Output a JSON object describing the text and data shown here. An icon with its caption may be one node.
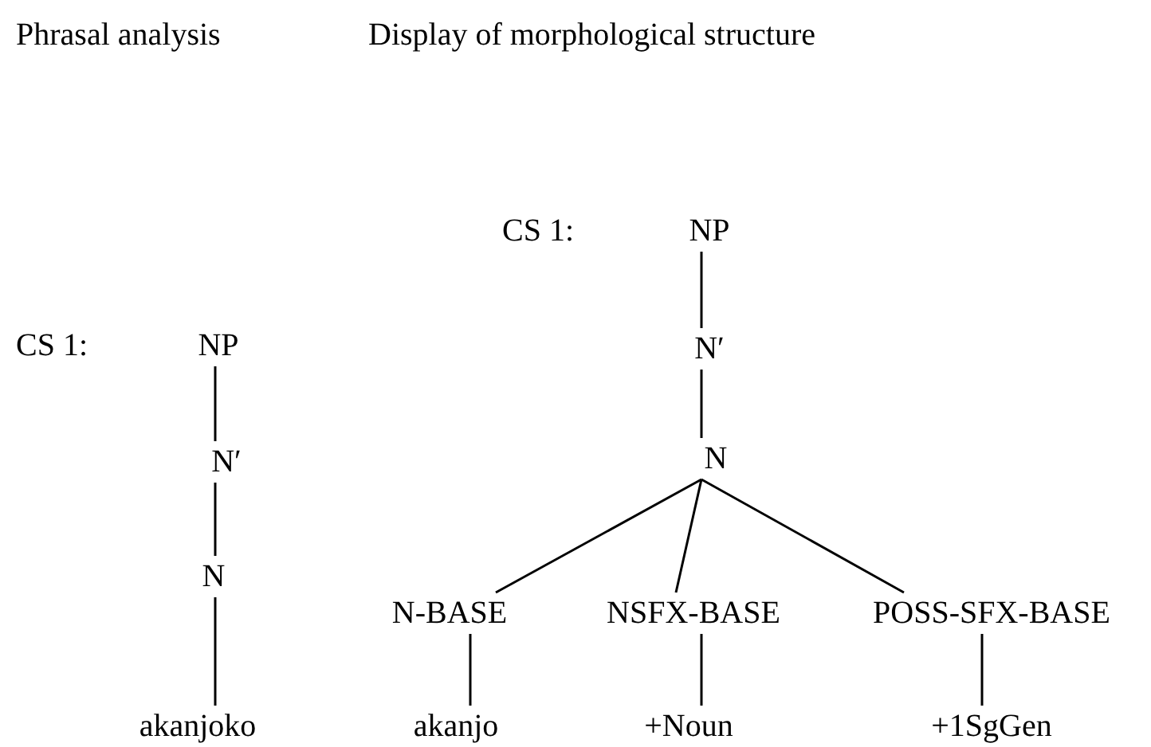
{
  "diagram": {
    "nodes": [
      {
        "text": [
          "NP"
        ]
      },
      {
        "text": [
          "N′"
        ]
      },
      {
        "text": [
          "N"
        ]
      },
      {
        "text": [
          "akanjoko"
        ]
      },
      {
        "text": [
          "NP"
        ]
      },
      {
        "text": [
          "N′"
        ]
      },
      {
        "text": [
          "N"
        ]
      },
      {
        "text": [
          "N-BASE"
        ]
      },
      {
        "text": [
          "NSFX-BASE"
        ]
      },
      {
        "text": [
          "POSS-SFX-BASE"
        ]
      },
      {
        "text": [
          "akanjo"
        ]
      },
      {
        "text": [
          "+Noun"
        ]
      },
      {
        "text": [
          "+1SgGen"
        ]
      }
    ],
    "edges": [
      {
        "from": 0,
        "to": 1,
        "arrow": "none"
      },
      {
        "from": 1,
        "to": 2,
        "arrow": "none"
      },
      {
        "from": 2,
        "to": 3,
        "arrow": "none"
      },
      {
        "from": 4,
        "to": 5,
        "arrow": "none"
      },
      {
        "from": 5,
        "to": 6,
        "arrow": "none"
      },
      {
        "from": 6,
        "to": 7,
        "arrow": "none"
      },
      {
        "from": 6,
        "to": 8,
        "arrow": "none"
      },
      {
        "from": 6,
        "to": 9,
        "arrow": "none"
      },
      {
        "from": 7,
        "to": 10,
        "arrow": "none"
      },
      {
        "from": 8,
        "to": 11,
        "arrow": "none"
      },
      {
        "from": 9,
        "to": 12,
        "arrow": "none"
      }
    ],
    "labels": [
      "Phrasal analysis",
      "Display of morphological structure",
      "CS 1:",
      "CS 1:"
    ]
  }
}
